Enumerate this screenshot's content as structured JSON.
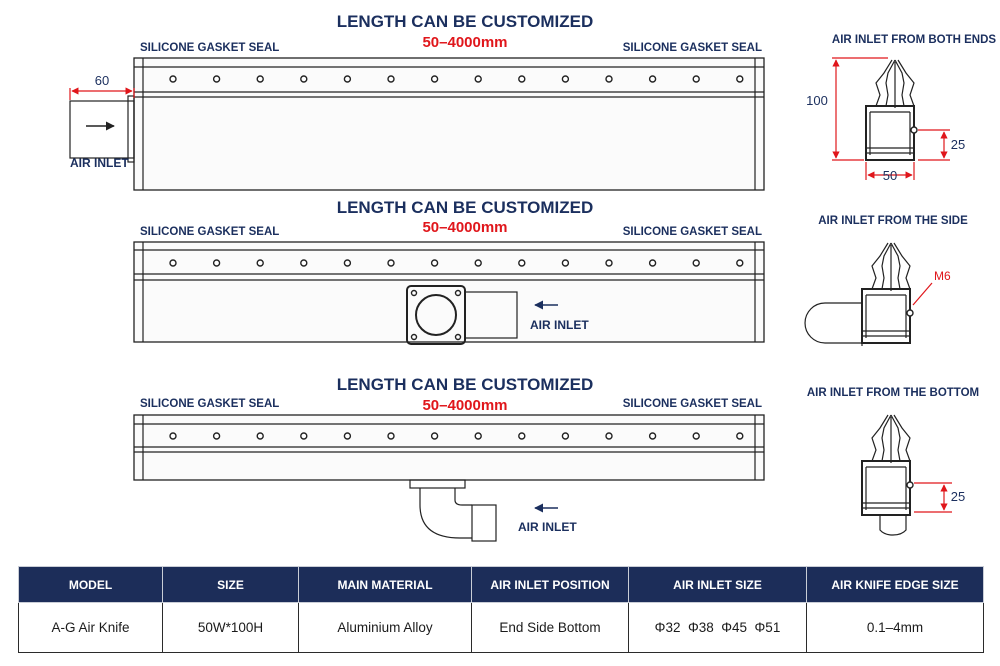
{
  "diagrams": [
    {
      "heading": "LENGTH CAN BE CUSTOMIZED",
      "range": "50–4000mm",
      "seal_left": "SILICONE GASKET SEAL",
      "seal_right": "SILICONE GASKET SEAL",
      "inlet_label": "AIR INLET",
      "dim_inlet_length": "60",
      "section_title": "AIR INLET FROM BOTH ENDS",
      "dim_height": "100",
      "dim_width": "50",
      "dim_port": "25"
    },
    {
      "heading": "LENGTH CAN BE CUSTOMIZED",
      "range": "50–4000mm",
      "seal_left": "SILICONE GASKET SEAL",
      "seal_right": "SILICONE GASKET SEAL",
      "inlet_label": "AIR INLET",
      "section_title": "AIR INLET FROM THE SIDE",
      "thread": "M6"
    },
    {
      "heading": "LENGTH CAN BE CUSTOMIZED",
      "range": "50–4000mm",
      "seal_left": "SILICONE GASKET SEAL",
      "seal_right": "SILICONE GASKET SEAL",
      "inlet_label": "AIR INLET",
      "section_title": "AIR INLET FROM THE BOTTOM",
      "dim_port": "25"
    }
  ],
  "table": {
    "headers": [
      "MODEL",
      "SIZE",
      "MAIN MATERIAL",
      "AIR INLET POSITION",
      "AIR INLET SIZE",
      "AIR KNIFE EDGE SIZE"
    ],
    "row": [
      "A-G Air Knife",
      "50W*100H",
      "Aluminium Alloy",
      "End Side Bottom",
      "Φ32  Φ38  Φ45  Φ51",
      "0.1–4mm"
    ]
  },
  "colors": {
    "navy": "#1b2f5e",
    "red": "#e0161b",
    "header_bg": "#1c2d59"
  }
}
